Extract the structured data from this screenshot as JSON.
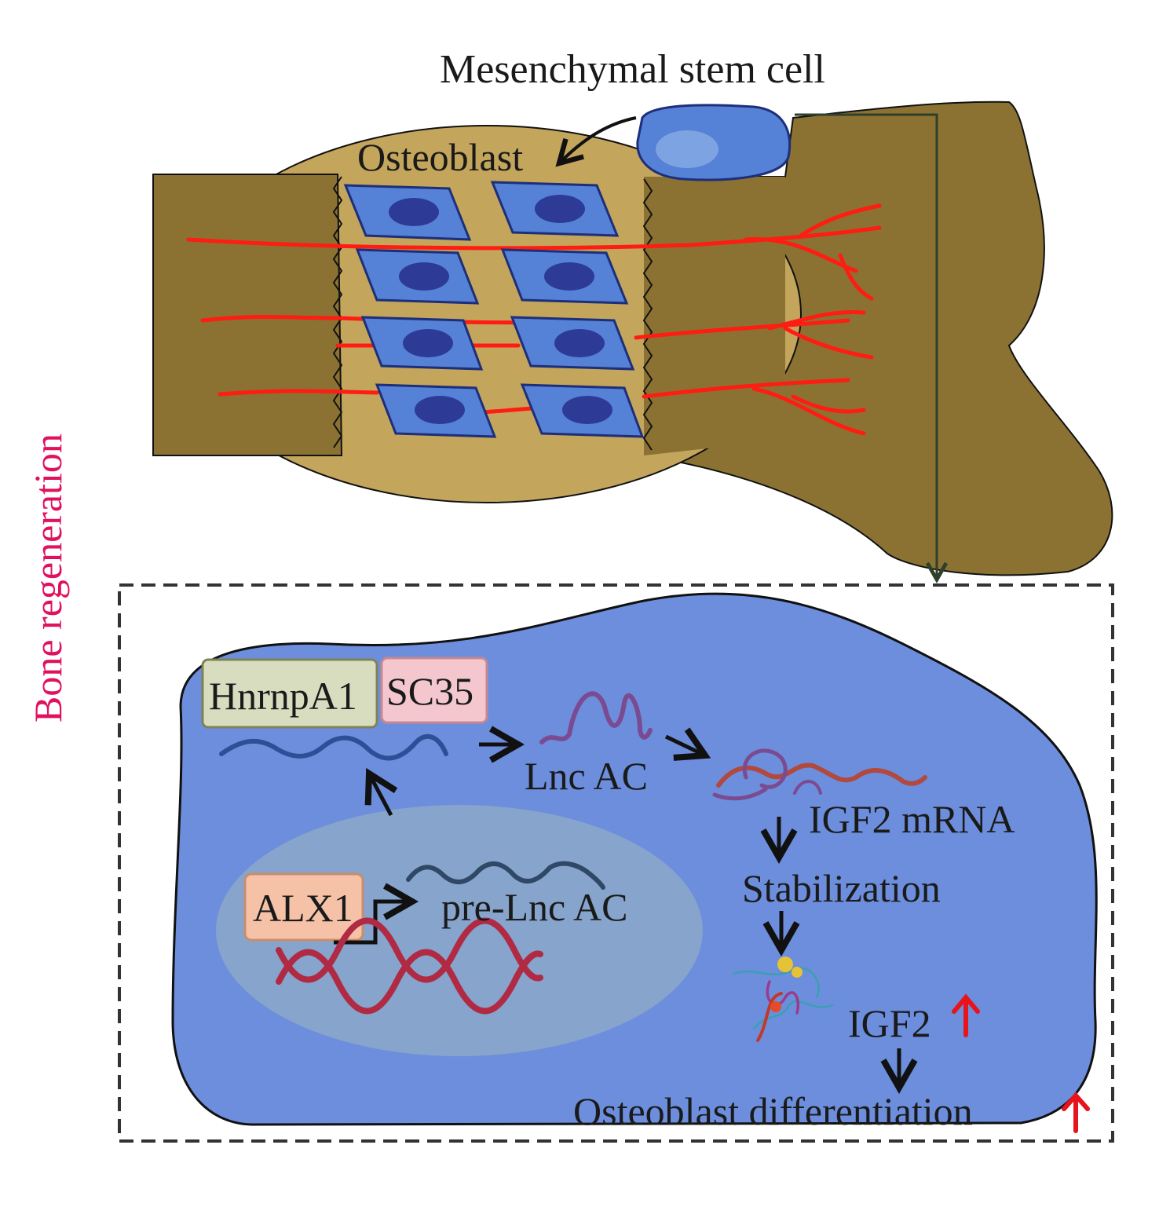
{
  "labels": {
    "msc": "Mesenchymal stem cell",
    "osteoblast": "Osteoblast",
    "side": "Bone regeneration",
    "hnrnpa1": "HnrnpA1",
    "sc35": "SC35",
    "lnc_ac": "Lnc AC",
    "igf2_mrna": "IGF2 mRNA",
    "stabilization": "Stabilization",
    "alx1": "ALX1",
    "pre_lnc": "pre-Lnc AC",
    "igf2": "IGF2",
    "osteo_diff": "Osteoblast differentiation"
  },
  "colors": {
    "bone_dark": "#8b7232",
    "bone_light": "#c4a55c",
    "cell_blue": "#5581d6",
    "cell_edge": "#1e2f7a",
    "nucleus": "#2d3a96",
    "vessel": "#ff1c12",
    "cell_body": "#6c8edc",
    "nucleus_area": "#86a4cc",
    "accent": "#e0115f",
    "up_arrow": "#e8141c",
    "hnrnp_box": "#d8ddbf",
    "sc35_box": "#f4c7cf",
    "alx1_box": "#f5c2a8"
  }
}
